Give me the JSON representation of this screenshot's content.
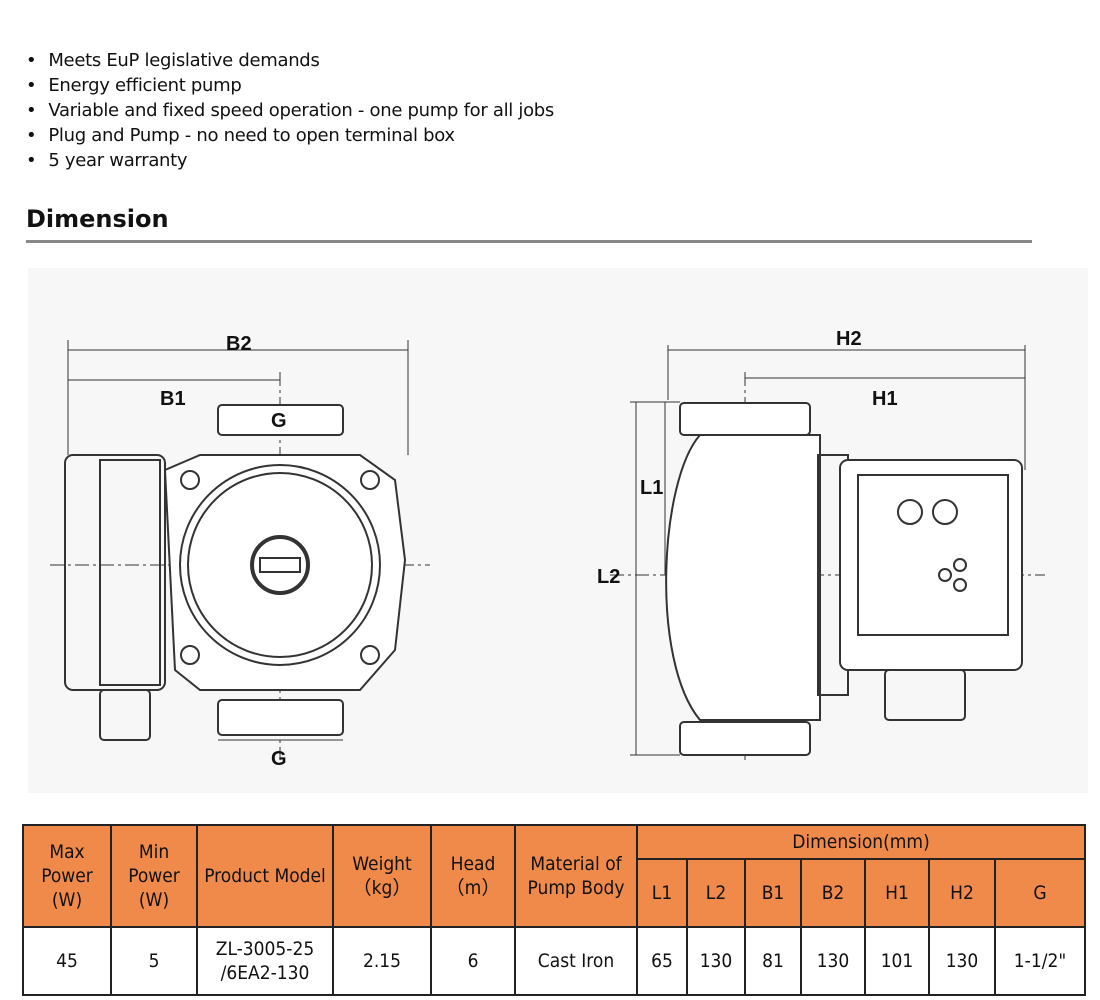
{
  "features": [
    "Meets EuP legislative demands",
    "Energy efficient pump",
    "Variable and fixed speed operation - one pump for all jobs",
    "Plug and Pump - no need to open terminal box",
    "5 year warranty"
  ],
  "section_title": "Dimension",
  "drawing_labels": {
    "b2": "B2",
    "b1": "B1",
    "g_top": "G",
    "g_bottom": "G",
    "h2": "H2",
    "h1": "H1",
    "l1": "L1",
    "l2": "L2"
  },
  "table": {
    "headers": {
      "max_power": "Max Power (W)",
      "min_power": "Min Power (W)",
      "model": "Product Model",
      "weight": "Weight （kg）",
      "head": "Head （m）",
      "material": "Material of Pump Body",
      "dimension": "Dimension(mm)",
      "sub": [
        "L1",
        "L2",
        "B1",
        "B2",
        "H1",
        "H2",
        "G"
      ]
    },
    "row": {
      "max_power": "45",
      "min_power": "5",
      "model": "ZL-3005-25 /6EA2-130",
      "weight": "2.15",
      "head": "6",
      "material": "Cast Iron",
      "dims": [
        "65",
        "130",
        "81",
        "130",
        "101",
        "130",
        "1-1/2\""
      ]
    }
  },
  "colors": {
    "header": "#f08a4b"
  }
}
